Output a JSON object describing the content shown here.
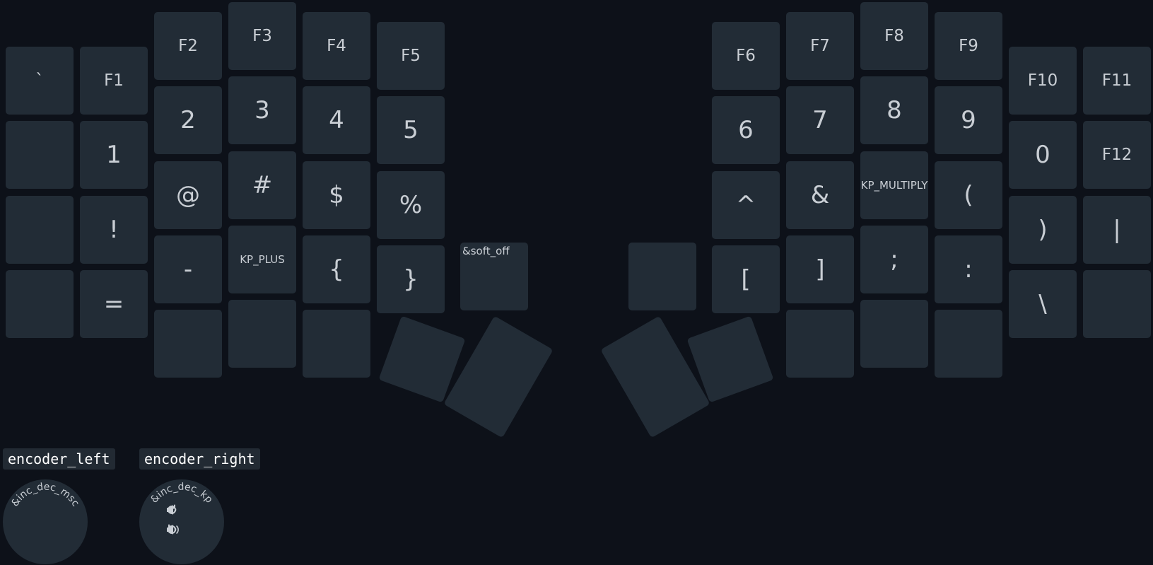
{
  "colors": {
    "background": "#0d1119",
    "key": "#222c36",
    "text": "#c9ced4",
    "label_bg": "#222a33"
  },
  "left": {
    "r0": [
      "`",
      "F1",
      "F2",
      "F3",
      "F4",
      "F5"
    ],
    "r1": [
      "",
      "1",
      "2",
      "3",
      "4",
      "5"
    ],
    "r2": [
      "",
      "!",
      "@",
      "#",
      "$",
      "%"
    ],
    "r3": [
      "",
      "=",
      "-",
      "KP_PLUS",
      "{",
      "}"
    ],
    "r4": [
      "",
      "",
      ""
    ],
    "inner": "&soft_off"
  },
  "right": {
    "r0": [
      "F6",
      "F7",
      "F8",
      "F9",
      "F10",
      "F11"
    ],
    "r1": [
      "6",
      "7",
      "8",
      "9",
      "0",
      "F12"
    ],
    "r2": [
      "^",
      "&",
      "KP_MULTIPLY",
      "(",
      ")",
      "|"
    ],
    "r3": [
      "[",
      "]",
      ";",
      ":",
      "\\",
      ""
    ],
    "r4": [
      "",
      "",
      ""
    ],
    "inner": ""
  },
  "encoders": {
    "left": {
      "label": "encoder_left",
      "binding": "&inc_dec_msc"
    },
    "right": {
      "label": "encoder_right",
      "binding": "&inc_dec_kp",
      "cw_icons": [
        "rotate-cw-icon",
        "volume-down-icon"
      ],
      "ccw_icons": [
        "rotate-ccw-icon",
        "volume-up-icon"
      ]
    }
  }
}
